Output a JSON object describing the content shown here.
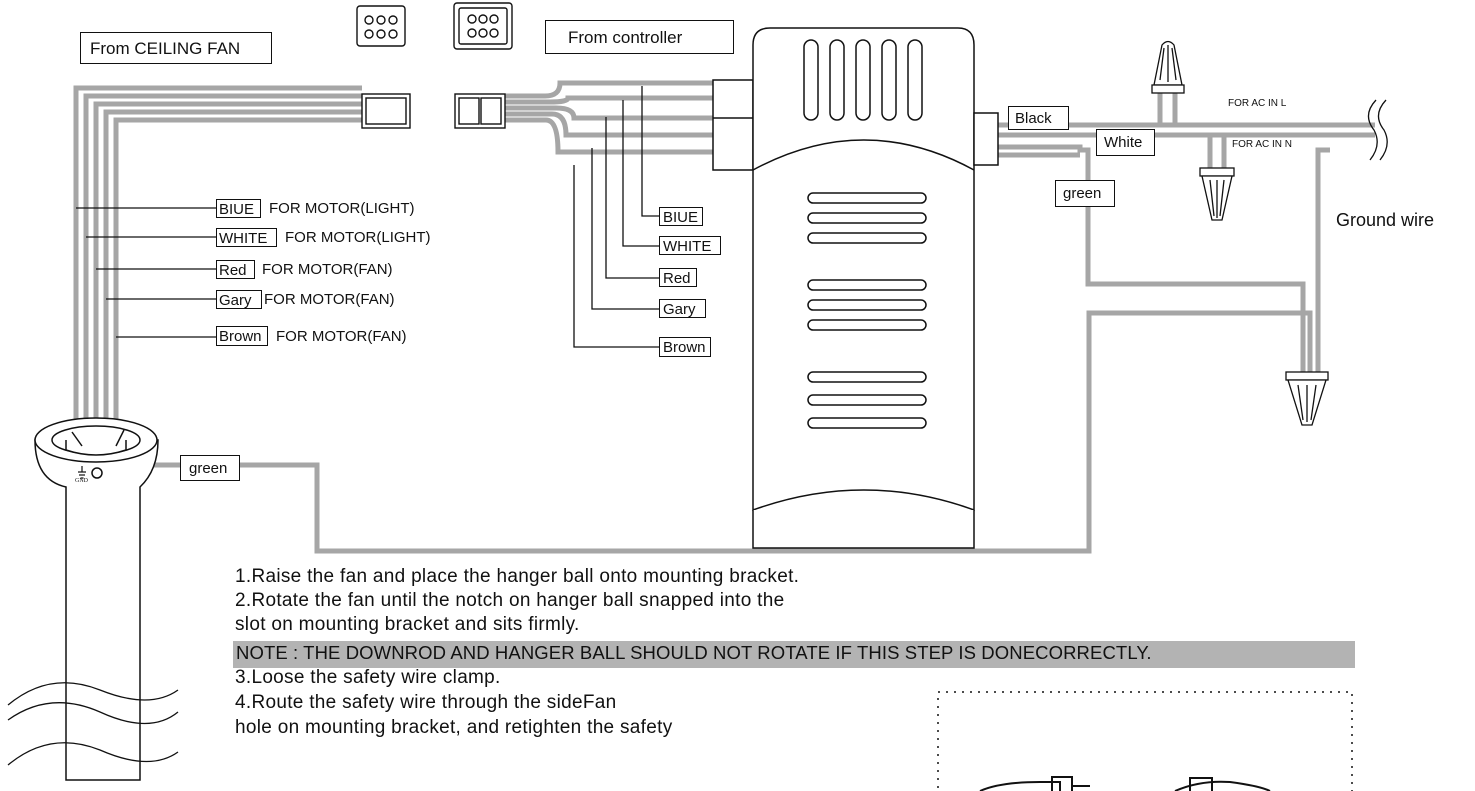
{
  "labels": {
    "from_ceiling_fan": "From CEILING FAN",
    "from_controller": "From controller",
    "for_ac_in_l": "FOR AC IN L",
    "for_ac_in_n": "FOR AC IN N",
    "ground_wire": "Ground wire",
    "gnd": "GND"
  },
  "wire_tags": {
    "black": "Black",
    "white": "White",
    "green_right": "green",
    "green_left": "green"
  },
  "left_wires": [
    {
      "tag": "BIUE",
      "desc": "FOR MOTOR(LIGHT)"
    },
    {
      "tag": "WHITE",
      "desc": "FOR MOTOR(LIGHT)"
    },
    {
      "tag": "Red",
      "desc": "FOR MOTOR(FAN)"
    },
    {
      "tag": "Gary",
      "desc": "FOR MOTOR(FAN)"
    },
    {
      "tag": "Brown",
      "desc": "FOR MOTOR(FAN)"
    }
  ],
  "controller_wires": [
    "BIUE",
    "WHITE",
    "Red",
    "Gary",
    "Brown"
  ],
  "instructions": {
    "step1": "1.Raise the fan and place the hanger ball onto mounting bracket.",
    "step2a": "2.Rotate the fan until the notch on hanger ball snapped into the",
    "step2b": "slot on mounting bracket and sits firmly.",
    "note": "NOTE : THE DOWNROD AND HANGER BALL SHOULD NOT ROTATE IF THIS STEP IS DONECORRECTLY.",
    "step3": "3.Loose the safety wire clamp.",
    "step4a": "4.Route the safety wire through the sideFan",
    "step4b": "hole on mounting bracket, and retighten the safety"
  }
}
